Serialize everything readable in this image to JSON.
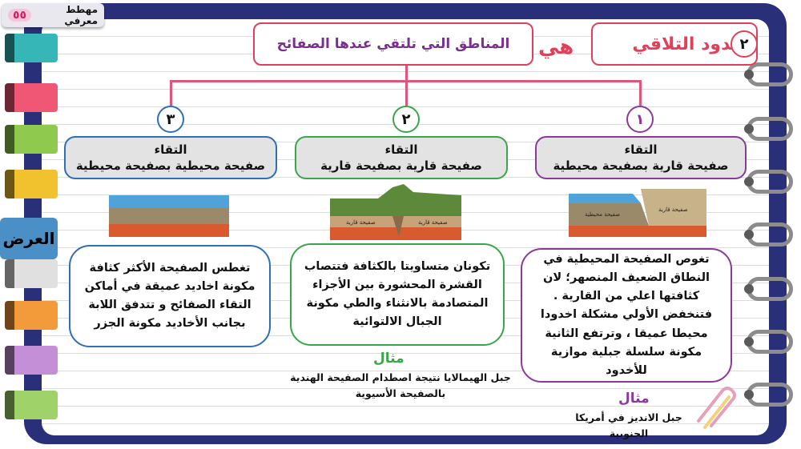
{
  "badge": {
    "text": "مهطط معرفي",
    "number": "٥٥"
  },
  "side_tab": {
    "label": "العرض"
  },
  "tabs_colors": [
    "#36b6b6",
    "#ef5774",
    "#8fc94e",
    "#f2c12e",
    "#e0e0e0",
    "#f39a3a",
    "#c48fd6",
    "#9fd36a"
  ],
  "header": {
    "title_number": "٢",
    "title": "حدود التلاقي",
    "connector": "هي",
    "definition": "المناطق التي تلتقي عندها الصفائح"
  },
  "types": [
    {
      "number": "١",
      "line1": "التقاء",
      "line2": "صفيحة قارية بصفيحة محيطية",
      "color": "#8b3a9c"
    },
    {
      "number": "٢",
      "line1": "التقاء",
      "line2": "صفيحة قارية بصفيحة قارية",
      "color": "#3aa64a"
    },
    {
      "number": "٣",
      "line1": "التقاء",
      "line2": "صفيحة محيطية بصفيحة محيطية",
      "color": "#2e6fb5"
    }
  ],
  "descriptions": [
    "تغوص الصفيحة المحيطية في النطاق الضعيف المنصهر؛ لان كثافتها اعلي من القارية . فتنخفض الأولي مشكلة اخدودا محيطا عميقا ، وترتفع الثانية مكونة سلسلة جبلية موازية للأخدود",
    "تكونان متساويتا بالكثافة فتتصاب القشرة المحشورة بين الأجزاء المتصادمة بالانثناء والطي مكونة الجبال الالتوائية",
    "تغطس الصفيحة الأكثر كثافة مكونة اخاديد عميقة في أماكن التقاء الصفائح و تتدفق اللابة بجانب الأخاديد مكونة الجزر"
  ],
  "examples": [
    {
      "label": "مثال",
      "text": "جبل الانديز في أمريكا الجنوبية",
      "color": "#8b3a9c"
    },
    {
      "label": "مثال",
      "text": "جبل الهيمالايا نتيجة اصطدام الصفيحة الهندية بالصفيحة الأسيوية",
      "color": "#3aa64a"
    }
  ],
  "diagram_labels": [
    "صفيحة محيطية",
    "صفيحة قارية"
  ]
}
